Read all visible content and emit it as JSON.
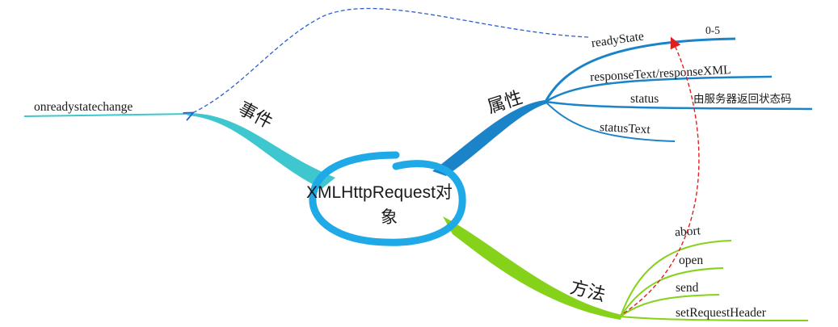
{
  "center": {
    "line1": "XMLHttpRequest对",
    "line2": "象"
  },
  "branches": {
    "events": {
      "label": "事件",
      "items": [
        "onreadystatechange"
      ]
    },
    "properties": {
      "label": "属性",
      "items": [
        "readyState",
        "responseText/responseXML",
        "status",
        "statusText"
      ],
      "notes": {
        "readyState": "0-5",
        "status": "由服务器返回状态码"
      }
    },
    "methods": {
      "label": "方法",
      "items": [
        "abort",
        "open",
        "send",
        "setRequestHeader"
      ]
    }
  },
  "colors": {
    "events": "#3ec7cf",
    "properties": "#1b84c8",
    "methods": "#86d21a",
    "center_ring": "#1fa9e6",
    "dashed_blue": "#2a5fd0",
    "dashed_red": "#e02020"
  }
}
